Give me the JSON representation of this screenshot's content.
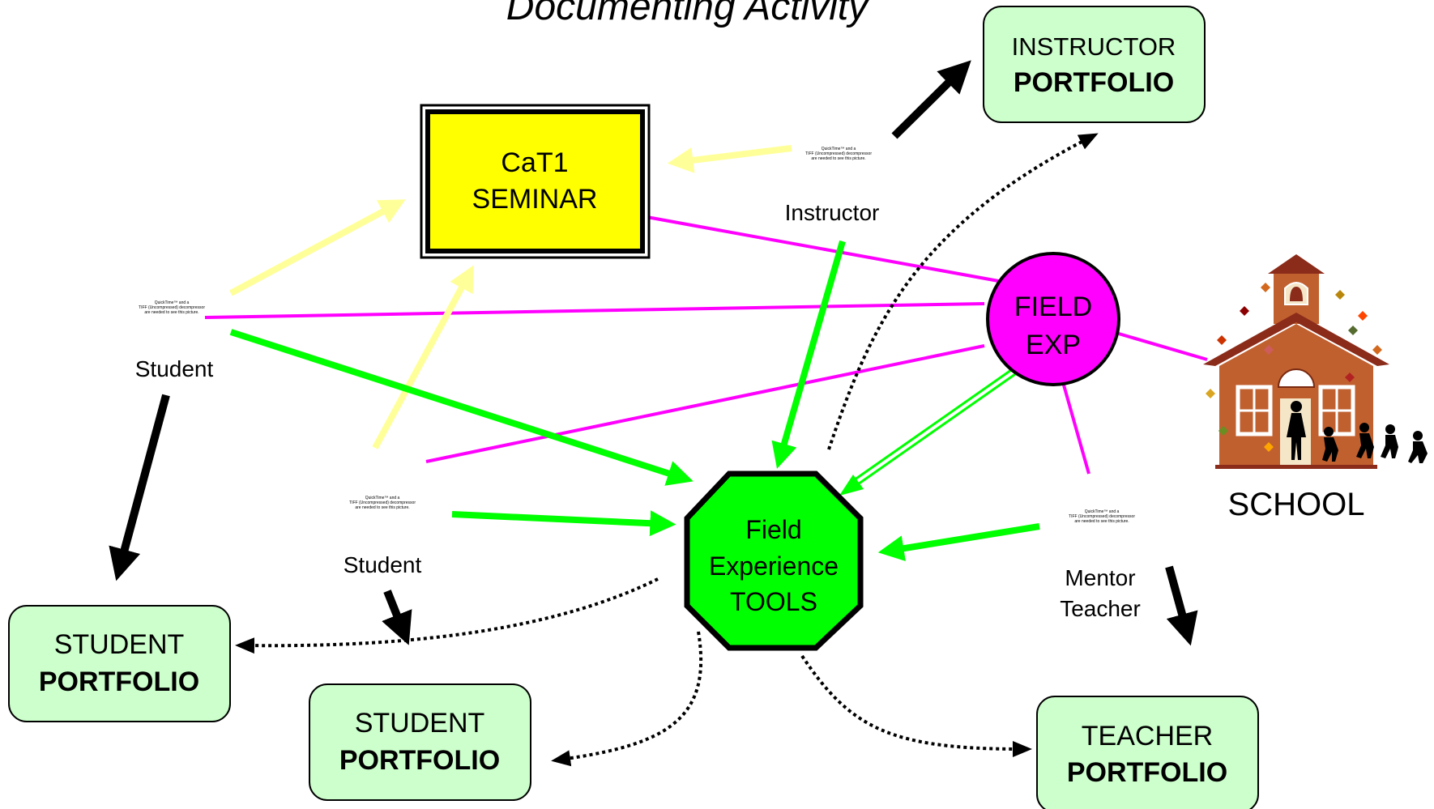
{
  "title": "Documenting Activity",
  "nodes": {
    "instructor_portfolio": {
      "line1": "INSTRUCTOR",
      "line2": "PORTFOLIO"
    },
    "cat1_seminar": {
      "line1": "CaT1",
      "line2": "SEMINAR"
    },
    "field_exp": {
      "line1": "FIELD",
      "line2": "EXP"
    },
    "field_tools": {
      "line1": "Field",
      "line2": "Experience",
      "line3": "TOOLS"
    },
    "student_portfolio_1": {
      "line1": "STUDENT",
      "line2": "PORTFOLIO"
    },
    "student_portfolio_2": {
      "line1": "STUDENT",
      "line2": "PORTFOLIO"
    },
    "teacher_portfolio": {
      "line1": "TEACHER",
      "line2": "PORTFOLIO"
    },
    "school": {
      "label": "SCHOOL"
    }
  },
  "actors": {
    "instructor": "Instructor",
    "student_1": "Student",
    "student_2": "Student",
    "mentor_line1": "Mentor",
    "mentor_line2": "Teacher"
  },
  "placeholder_images": {
    "line1": "QuickTime™ and a",
    "line2": "TIFF (Uncompressed) decompressor",
    "line3": "are needed to see this picture."
  },
  "colors": {
    "portfolio_fill": "#ccffcc",
    "seminar_fill": "#ffff00",
    "field_exp_fill": "#ff00ff",
    "tools_fill": "#00ff00",
    "magenta_line": "#ff00ff",
    "green_arrow": "#00ff00",
    "yellow_arrow": "#ffff99",
    "black_arrow": "#000000",
    "school_brick": "#c0602f"
  }
}
